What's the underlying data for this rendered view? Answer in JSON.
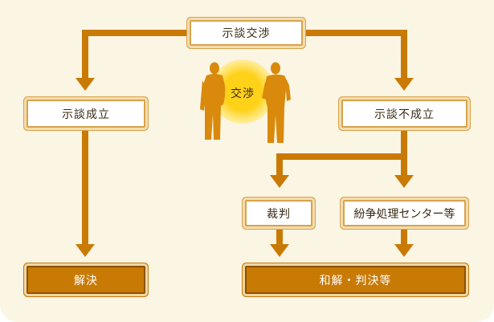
{
  "diagram": {
    "top_node": "示談交渉",
    "negotiation_label": "交渉",
    "left_branch": {
      "label": "示談成立",
      "result": "解決"
    },
    "right_branch": {
      "label": "示談不成立",
      "options": [
        "裁判",
        "紛争処理センター等"
      ],
      "result": "和解・判決等"
    }
  },
  "colors": {
    "arrow": "#c97a04",
    "box_border": "#d9a24a",
    "final_box": "#c97a04",
    "background": "#fbf5e4",
    "person": "#d98a0c",
    "glow": "#ffd21a"
  },
  "icons": [
    "person-left-icon",
    "person-right-icon"
  ]
}
